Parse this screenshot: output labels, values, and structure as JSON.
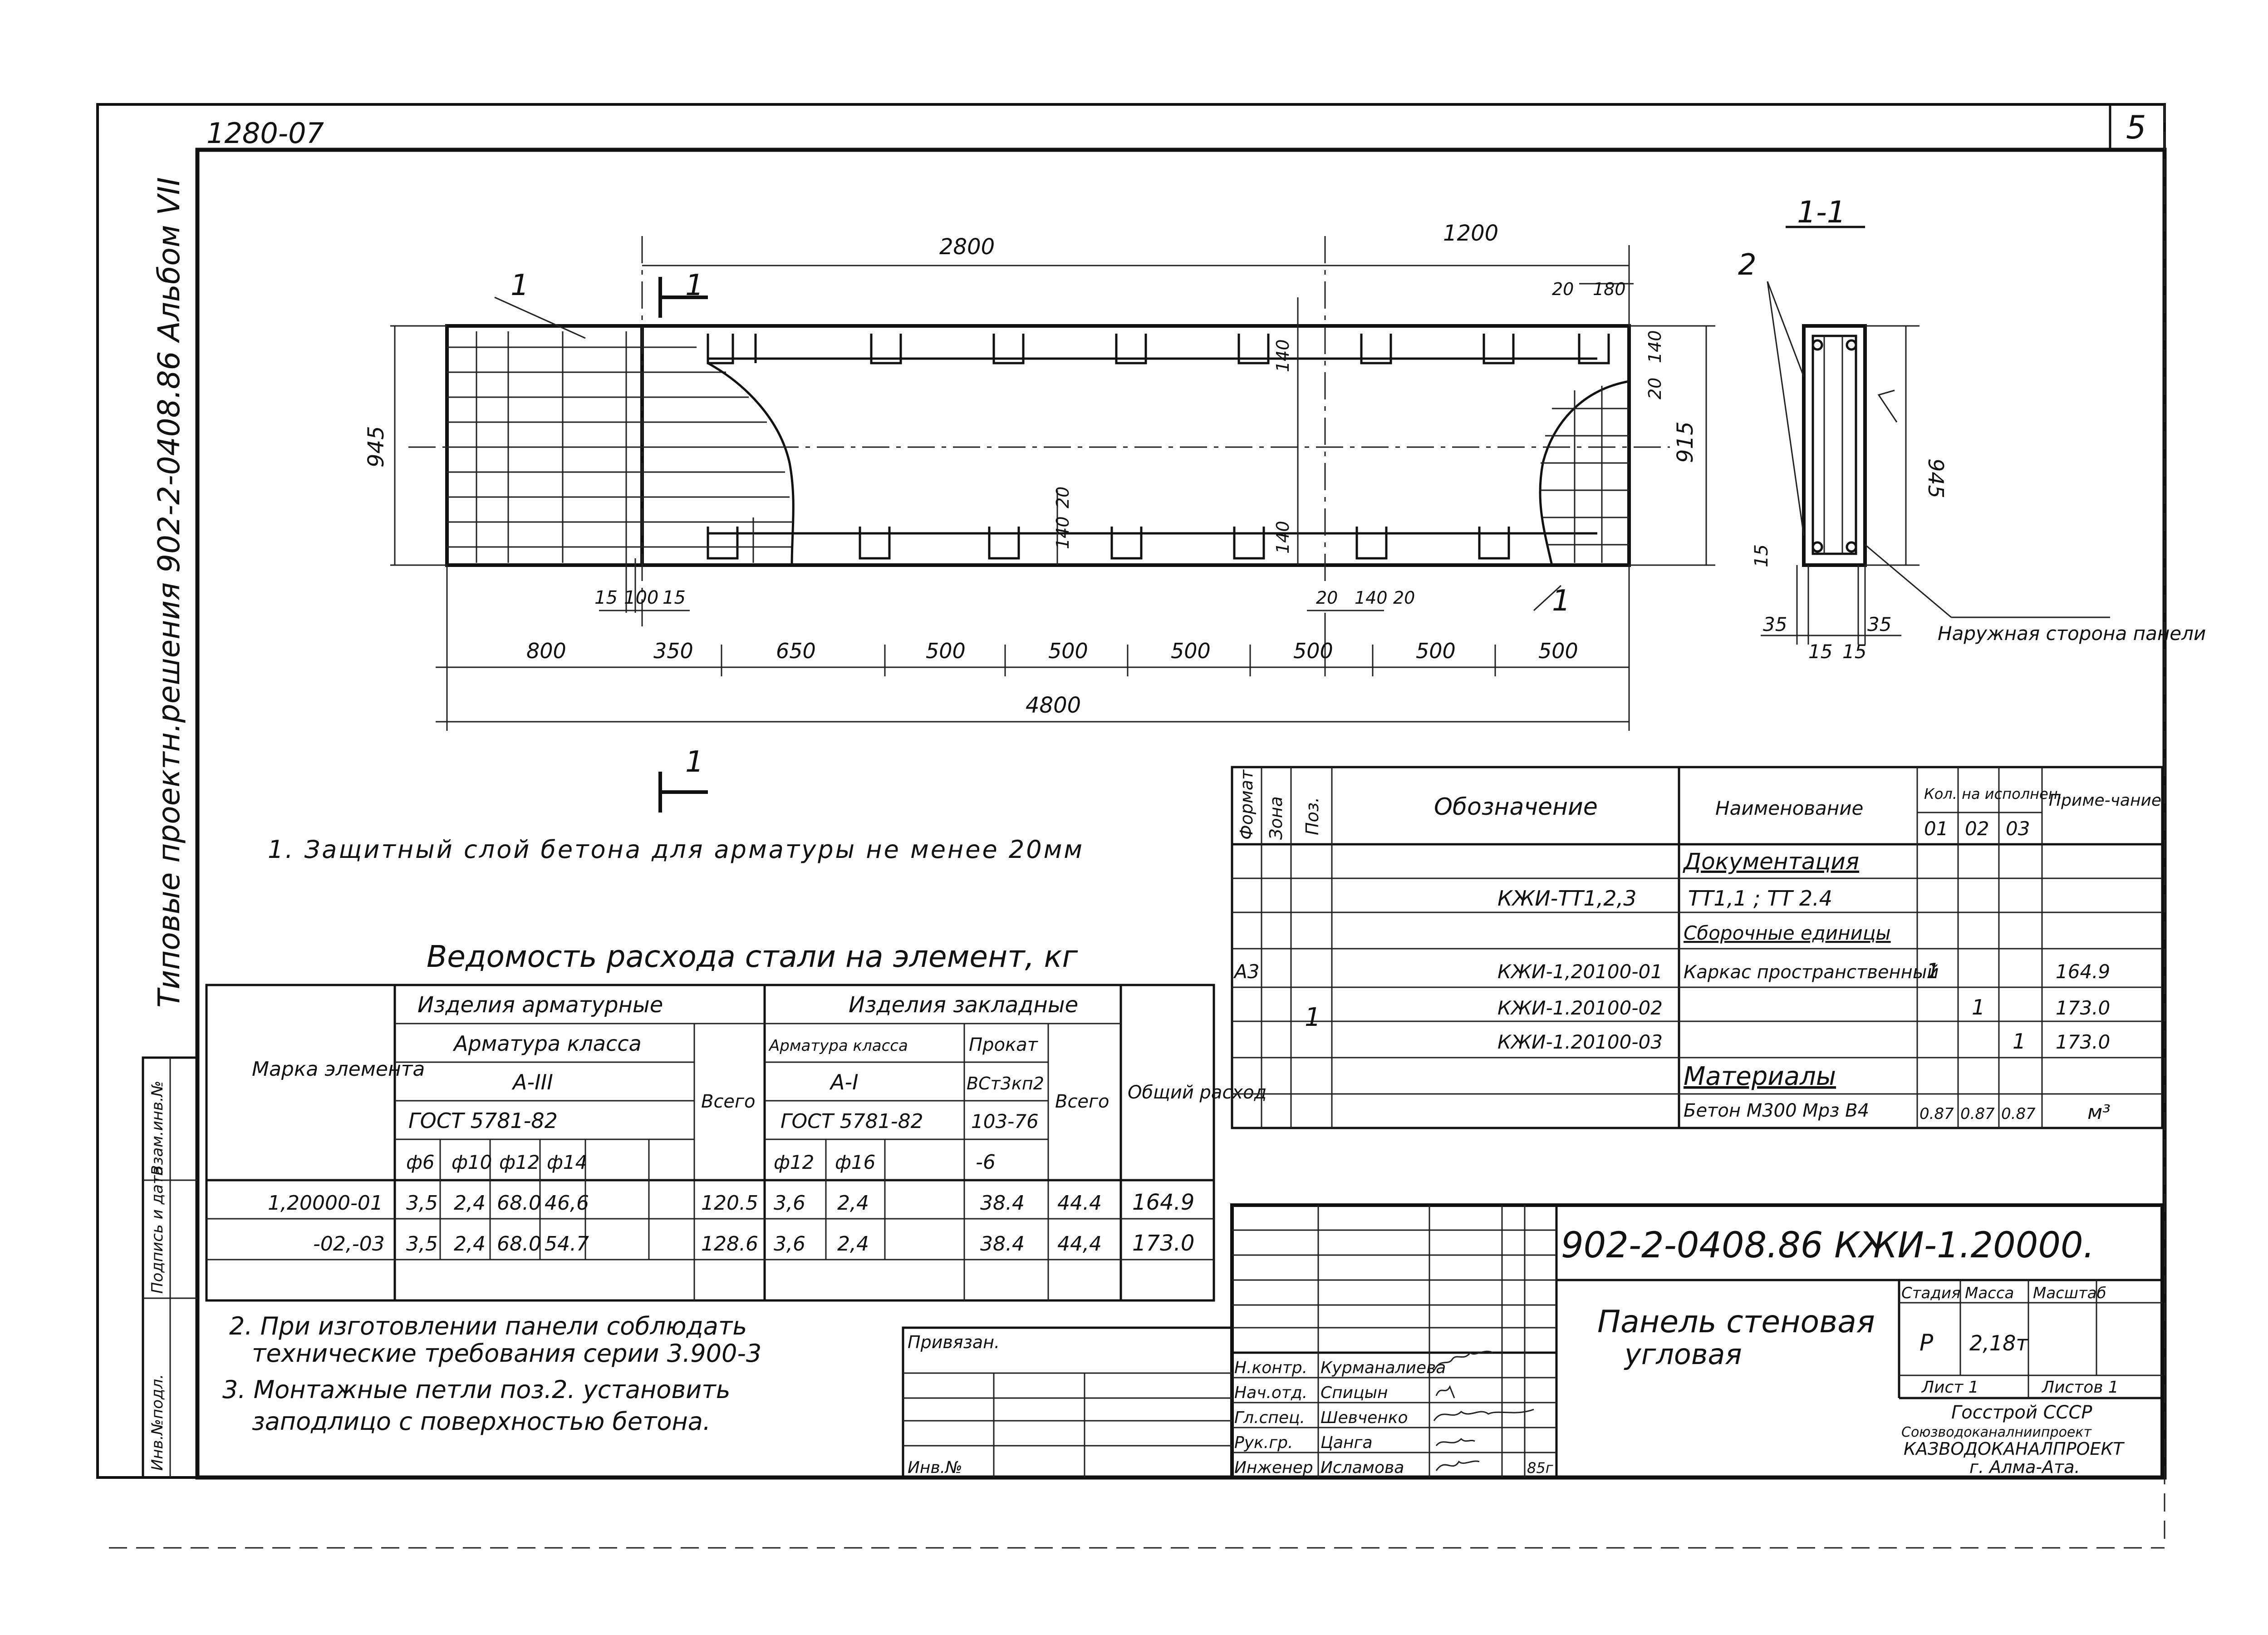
{
  "sheet": {
    "series_code": "1280-07",
    "sheet_number": "5",
    "album_label": "Типовые проектн.решения  902-2-0408.86  Альбом VII"
  },
  "drawing": {
    "pos_label_1": "1",
    "pos_label_2": "2",
    "section_label": "1",
    "section_title": "1-1",
    "dim_2800": "2800",
    "dim_1200": "1200",
    "dim_4800": "4800",
    "dim_945": "945",
    "dim_915": "915",
    "dim_140": "140",
    "dim_20": "20",
    "dim_180": "180",
    "dim_15": "15",
    "dim_100": "100",
    "dim_35": "35",
    "bottom_dims": [
      "800",
      "350",
      "650",
      "500",
      "500",
      "500",
      "500",
      "500",
      "500"
    ],
    "outer_side_note": "Наружная сторона панели"
  },
  "notes": {
    "note1": "1. Защитный слой бетона для арматуры не менее 20мм",
    "note2_line1": "2. При изготовлении панели соблюдать",
    "note2_line2": "технические требования серии 3.900-3",
    "note3_line1": "3. Монтажные петли поз.2. установить",
    "note3_line2": "заподлицо с поверхностью бетона."
  },
  "steel_table": {
    "title": "Ведомость расхода стали на элемент, кг",
    "h_mark": "Марка элемента",
    "h_reinf_items": "Изделия арматурные",
    "h_embed_items": "Изделия закладные",
    "h_reinf_class": "Арматура класса",
    "h_reinf_class2": "Арматура класса",
    "h_a3": "А-III",
    "h_a1": "А-I",
    "h_rolled": "Прокат",
    "h_steel": "ВСт3кп2",
    "h_gost1": "ГОСТ 5781-82",
    "h_gost2": "ГОСТ 5781-82",
    "h_gost3": "103-76",
    "h_total1": "Всего",
    "h_total2": "Всего",
    "h_overall": "Общий расход",
    "diam": [
      "ф6",
      "ф10",
      "ф12",
      "ф14"
    ],
    "diam2": [
      "ф12",
      "ф16"
    ],
    "h_minus6": "-6",
    "rows": [
      {
        "mark": "1,20000-01",
        "d6": "3,5",
        "d10": "2,4",
        "d12": "68.0",
        "d14": "46,6",
        "total": "120.5",
        "e12": "3,6",
        "e16": "2,4",
        "rolled": "38.4",
        "etotal": "44.4",
        "overall": "164.9"
      },
      {
        "mark": "-02,-03",
        "d6": "3,5",
        "d10": "2,4",
        "d12": "68.0",
        "d14": "54.7",
        "total": "128.6",
        "e12": "3,6",
        "e16": "2,4",
        "rolled": "38.4",
        "etotal": "44,4",
        "overall": "173.0"
      }
    ]
  },
  "spec_table": {
    "h_format": "Формат",
    "h_zone": "Зона",
    "h_pos": "Поз.",
    "h_designation": "Обозначение",
    "h_name": "Наименование",
    "h_qty": "Кол. на исполнен.",
    "h_note": "Приме-чание",
    "qty_cols": [
      "01",
      "02",
      "03"
    ],
    "sec_docs": "Документация",
    "doc_designation": "КЖИ-ТТ1,2,3",
    "doc_name": "ТТ1,1 ; ТТ 2.4",
    "sec_assemblies": "Сборочные единицы",
    "rows": [
      {
        "format": "А3",
        "pos": "",
        "designation": "КЖИ-1,20100-01",
        "name": "Каркас пространственный",
        "q1": "1",
        "q2": "",
        "q3": "",
        "note": "164.9"
      },
      {
        "format": "",
        "pos": "1",
        "designation": "КЖИ-1.20100-02",
        "name": "",
        "q1": "",
        "q2": "1",
        "q3": "",
        "note": "173.0"
      },
      {
        "format": "",
        "pos": "",
        "designation": "КЖИ-1.20100-03",
        "name": "",
        "q1": "",
        "q2": "",
        "q3": "1",
        "note": "173.0"
      }
    ],
    "sec_materials": "Материалы",
    "concrete": "Бетон М300 Мрз В4",
    "concrete_q": [
      "0.87",
      "0.87",
      "0.87"
    ],
    "concrete_unit": "м³"
  },
  "title_block": {
    "doc_code": "902-2-0408.86   КЖИ-1.20000.",
    "product_name_1": "Панель стеновая",
    "product_name_2": "угловая",
    "h_stage": "Стадия",
    "h_mass": "Масса",
    "h_scale": "Масштаб",
    "stage": "Р",
    "mass": "2,18т",
    "sheet": "Лист 1",
    "sheets": "Листов 1",
    "org_1": "Госстрой СССР",
    "org_2": "Союзводоканалниипроект",
    "org_3": "КАЗВОДОКАНАЛПРОЕКТ",
    "org_4": "г. Алма-Ата.",
    "binding": "Привязан.",
    "inv": "Инв.№",
    "roles": [
      {
        "role": "Н.контр.",
        "name": "Курманалиева"
      },
      {
        "role": "Нач.отд.",
        "name": "Спицын"
      },
      {
        "role": "Гл.спец.",
        "name": "Шевченко"
      },
      {
        "role": "Рук.гр.",
        "name": "Цанга"
      },
      {
        "role": "Инженер",
        "name": "Исламова"
      }
    ],
    "year": "85г",
    "side_inv": "Инв.№подл.",
    "side_sign": "Подпись и дата",
    "side_vzam": "Взам.инв.№"
  }
}
